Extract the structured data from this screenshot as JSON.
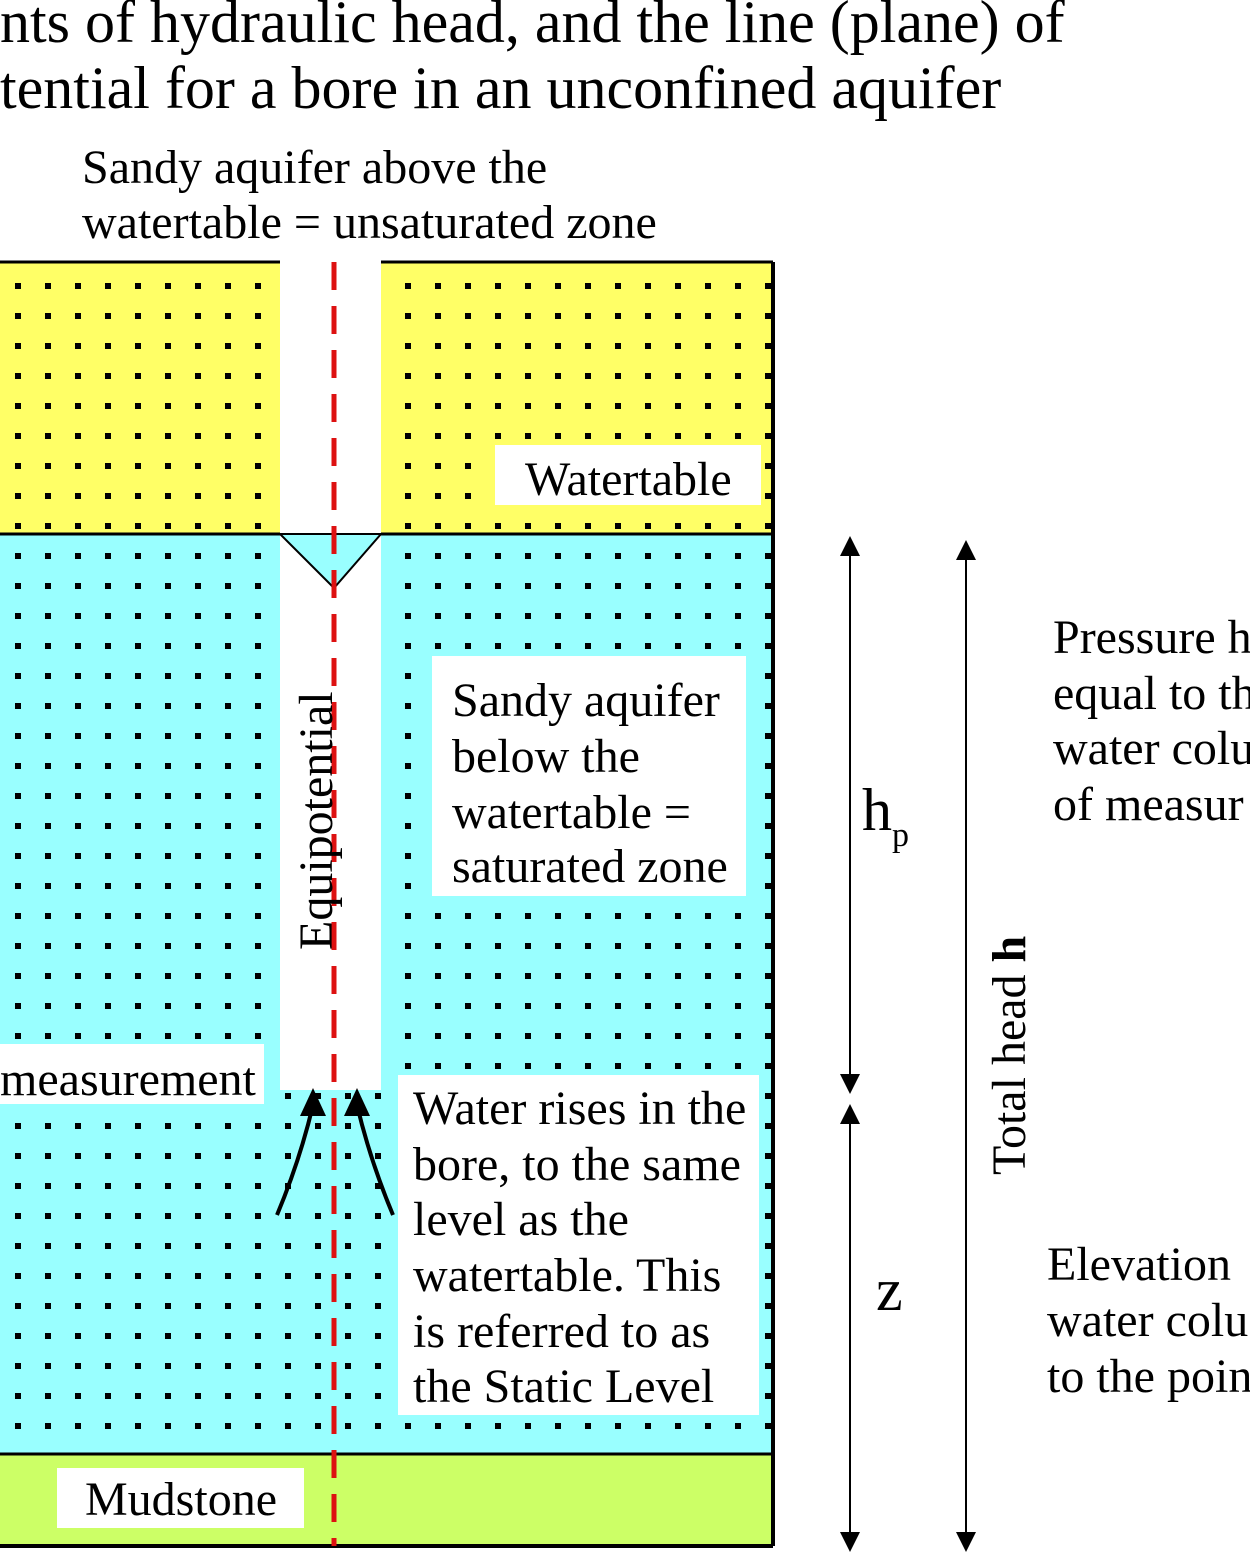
{
  "title": {
    "line1": "nts of hydraulic head, and the line (plane) of",
    "line2": "tential for a bore in an unconfined aquifer"
  },
  "unsaturated_label": {
    "line1": "Sandy aquifer above the",
    "line2": "watertable = unsaturated zone"
  },
  "watertable_label": "Watertable",
  "saturated_label": {
    "line1": "Sandy aquifer",
    "line2": "below the",
    "line3": "watertable =",
    "line4": "saturated zone"
  },
  "equipotential_label": "Equipotential",
  "measurement_label": "measurement",
  "water_rises_label": {
    "line1": "Water rises in the",
    "line2": "bore, to the same",
    "line3": "level as the",
    "line4": "watertable. This",
    "line5": "is referred to as",
    "line6": "the Static Level"
  },
  "mudstone_label": "Mudstone",
  "hp_label": {
    "main": "h",
    "sub": "p"
  },
  "z_label": "z",
  "total_head_label": {
    "prefix": "Total head ",
    "bold": "h"
  },
  "pressure_label": {
    "line1": "Pressure h",
    "line2": "equal to th",
    "line3": "water colu",
    "line4": "of measur"
  },
  "elevation_label": {
    "line1": "Elevation",
    "line2": "water colu",
    "line3": "to the poin"
  },
  "colors": {
    "unsaturated": "#ffff66",
    "saturated": "#99ffff",
    "mudstone": "#ccff66",
    "equipotential_line": "#dd1111"
  }
}
